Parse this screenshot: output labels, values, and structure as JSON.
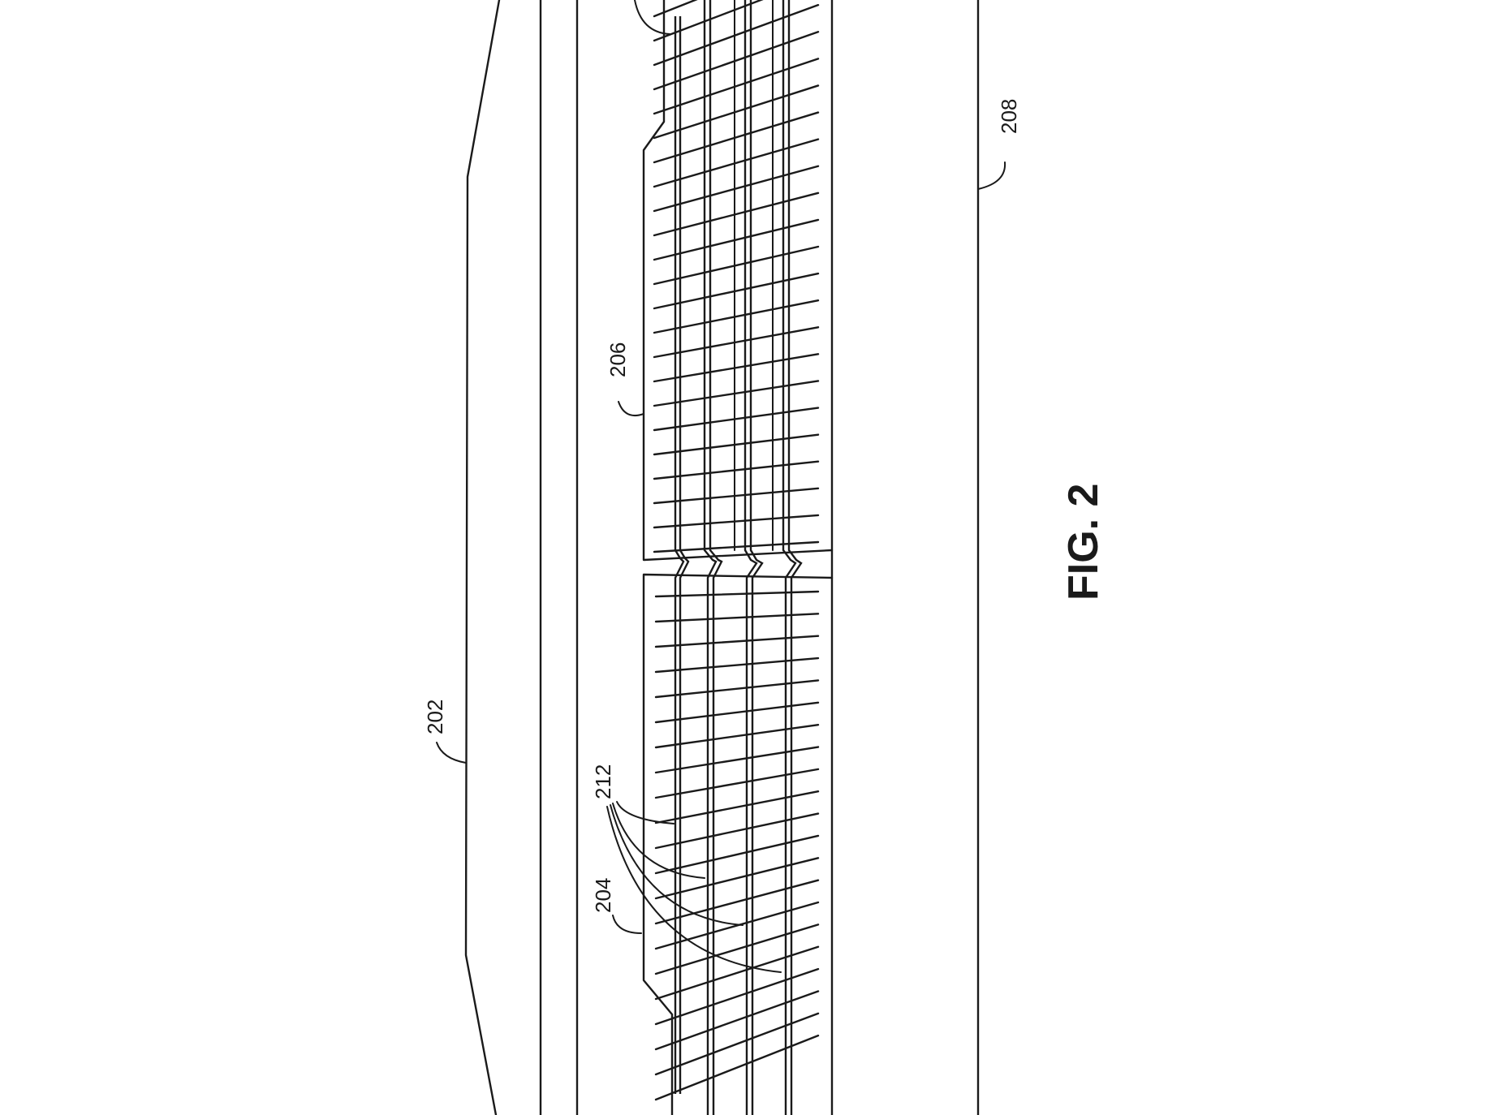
{
  "figure": {
    "caption": "FIG. 2",
    "labels": {
      "l202": "202",
      "l204": "204",
      "l206": "206",
      "l208": "208",
      "l212": "212"
    }
  }
}
